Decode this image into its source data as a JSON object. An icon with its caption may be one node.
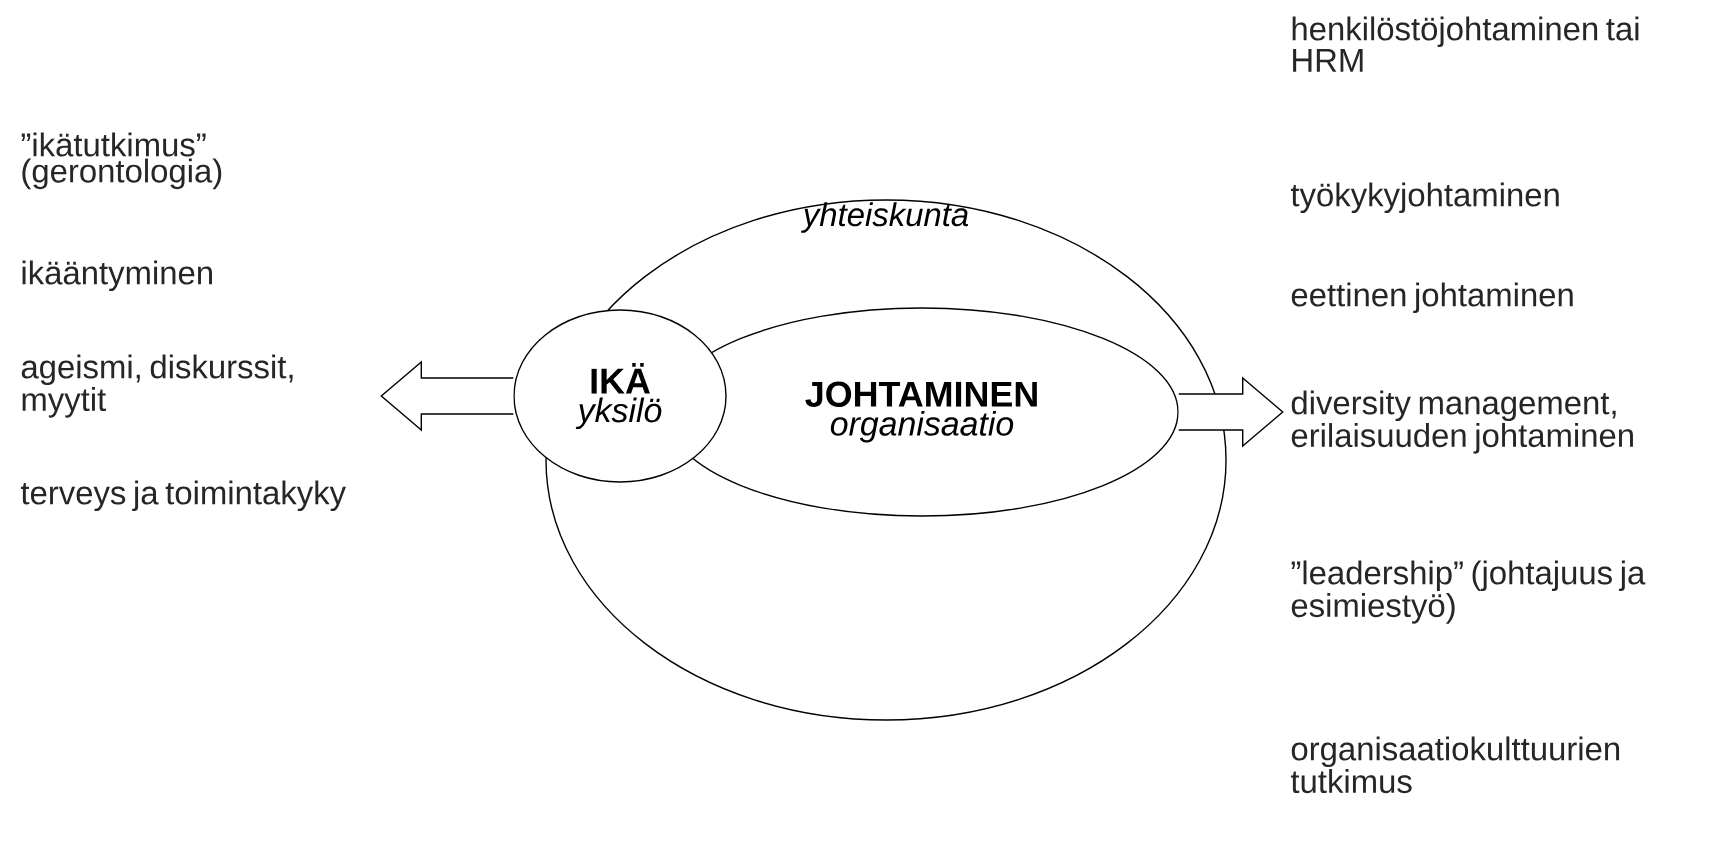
{
  "diagram": {
    "nodes": [
      {
        "text": [
          "yhteiskunta"
        ]
      },
      {
        "text": [
          "IKÄ",
          "yksilö"
        ],
        "in": 0
      },
      {
        "text": [
          "JOHTAMINEN",
          "organisaatio"
        ],
        "in": 0
      }
    ],
    "edges": [
      {
        "from": 1,
        "to": null,
        "arrow": "to"
      },
      {
        "from": 2,
        "to": null,
        "arrow": "to"
      }
    ],
    "labels": [
      "”ikätutkimus” (gerontologia)",
      "ikääntyminen",
      "ageismi, diskurssit, myytit",
      "terveys ja toimintakyky",
      "henkilöstöjohtaminen tai HRM",
      "työkykyjohtaminen",
      "eettinen johtaminen",
      "diversity management, erilaisuuden johtaminen",
      "”leadership” (johtajuus ja esimiestyö)",
      "organisaatiokulttuurien tutkimus"
    ]
  }
}
